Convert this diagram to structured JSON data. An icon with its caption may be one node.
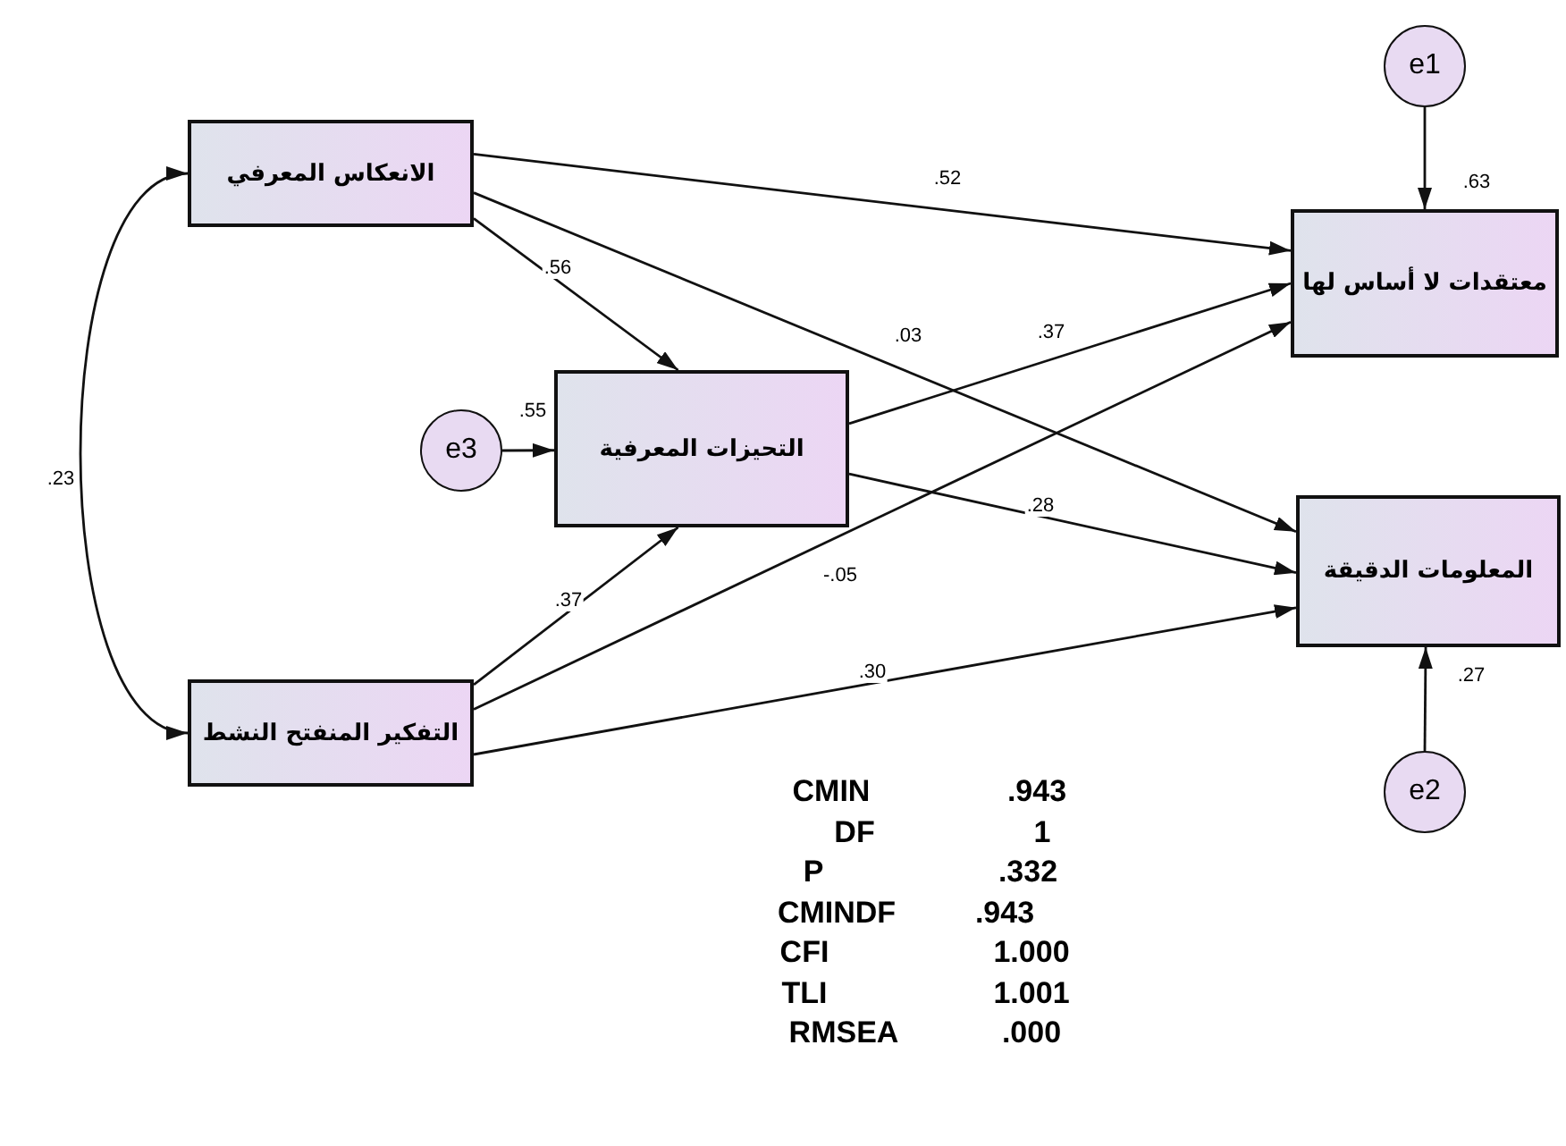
{
  "diagram": {
    "nodes": [
      {
        "text": [
          "الانعكاس المعرفي"
        ]
      },
      {
        "text": [
          "التفكير المنفتح النشط"
        ]
      },
      {
        "text": [
          "التحيزات المعرفية"
        ],
        "beside": [
          ".55"
        ]
      },
      {
        "text": [
          "e3"
        ]
      },
      {
        "text": [
          "معتقدات لا أساس لها"
        ],
        "beside": [
          ".63"
        ]
      },
      {
        "text": [
          "المعلومات الدقيقة"
        ],
        "beside": [
          ".27"
        ]
      },
      {
        "text": [
          "e1"
        ]
      },
      {
        "text": [
          "e2"
        ]
      }
    ],
    "edges": [
      {
        "from": 0,
        "to": 1,
        "arrow": "both",
        "label": ".23"
      },
      {
        "from": 0,
        "to": 4,
        "arrow": "to",
        "label": ".52"
      },
      {
        "from": 0,
        "to": 2,
        "arrow": "to",
        "label": ".56"
      },
      {
        "from": 0,
        "to": 5,
        "arrow": "to",
        "label": ".03"
      },
      {
        "from": 3,
        "to": 2,
        "arrow": "to"
      },
      {
        "from": 2,
        "to": 4,
        "arrow": "to",
        "label": ".37"
      },
      {
        "from": 2,
        "to": 5,
        "arrow": "to",
        "label": ".28"
      },
      {
        "from": 1,
        "to": 2,
        "arrow": "to",
        "label": ".37"
      },
      {
        "from": 1,
        "to": 4,
        "arrow": "to",
        "label": "-.05"
      },
      {
        "from": 1,
        "to": 5,
        "arrow": "to",
        "label": ".30"
      },
      {
        "from": 6,
        "to": 4,
        "arrow": "to"
      },
      {
        "from": 7,
        "to": 5,
        "arrow": "to"
      }
    ],
    "labels": [
      "CMIN",
      ".943",
      "DF",
      "1",
      "P",
      ".332",
      "CMINDF",
      ".943",
      "CFI",
      "1.000",
      "TLI",
      "1.001",
      "RMSEA",
      ".000"
    ]
  }
}
